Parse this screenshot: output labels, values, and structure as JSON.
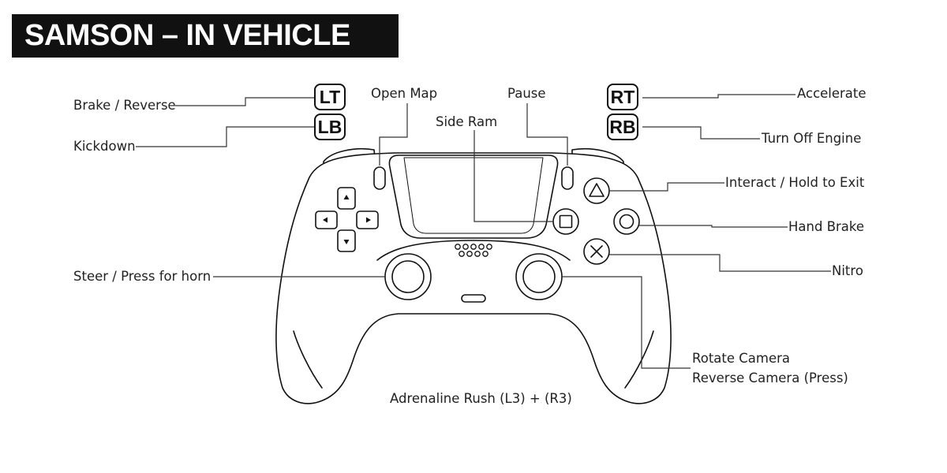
{
  "title": "SAMSON – IN VEHICLE",
  "badges": {
    "lt": "LT",
    "lb": "LB",
    "rt": "RT",
    "rb": "RB"
  },
  "labels": {
    "brake_reverse": "Brake / Reverse",
    "kickdown": "Kickdown",
    "open_map": "Open Map",
    "pause": "Pause",
    "side_ram": "Side Ram",
    "accelerate": "Accelerate",
    "turn_off_engine": "Turn Off Engine",
    "interact_hold_exit": "Interact / Hold to Exit",
    "hand_brake": "Hand Brake",
    "nitro": "Nitro",
    "steer_horn": "Steer / Press for horn",
    "rotate_camera": "Rotate Camera",
    "reverse_camera": "Reverse Camera (Press)",
    "adrenaline_rush": "Adrenaline Rush (L3) + (R3)"
  },
  "colors": {
    "ink": "#111111",
    "text": "#222222",
    "background": "#ffffff",
    "title_bg": "#111111",
    "title_fg": "#ffffff"
  },
  "icons": {
    "dpad_up": "arrow-up-icon",
    "dpad_down": "arrow-down-icon",
    "dpad_left": "arrow-left-icon",
    "dpad_right": "arrow-right-icon",
    "triangle": "triangle-button-icon",
    "circle": "circle-button-icon",
    "cross": "cross-button-icon",
    "square": "square-button-icon"
  }
}
